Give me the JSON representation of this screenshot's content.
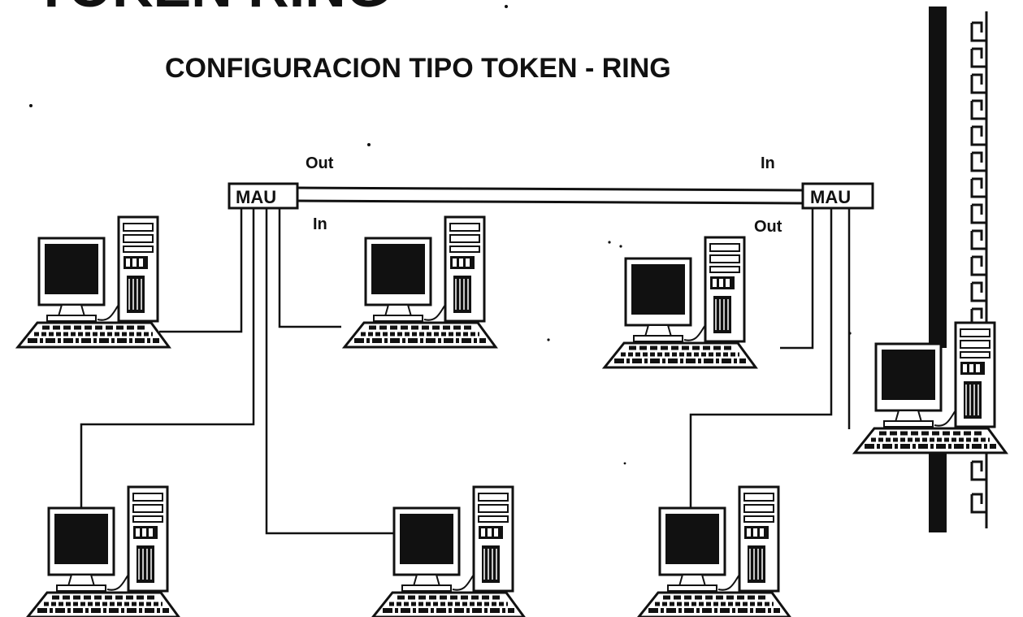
{
  "page": {
    "title": "TOKEN RING",
    "subtitle": "CONFIGURACION  TIPO TOKEN - RING"
  },
  "diagram": {
    "mau_left": {
      "label": "MAU",
      "out_label": "Out",
      "in_label": "In"
    },
    "mau_right": {
      "label": "MAU",
      "in_label": "In",
      "out_label": "Out"
    },
    "workstations": [
      "ws-1",
      "ws-2",
      "ws-3",
      "ws-4",
      "ws-5",
      "ws-6",
      "ws-7"
    ],
    "colors": {
      "ink": "#111111",
      "paper": "#ffffff"
    }
  }
}
